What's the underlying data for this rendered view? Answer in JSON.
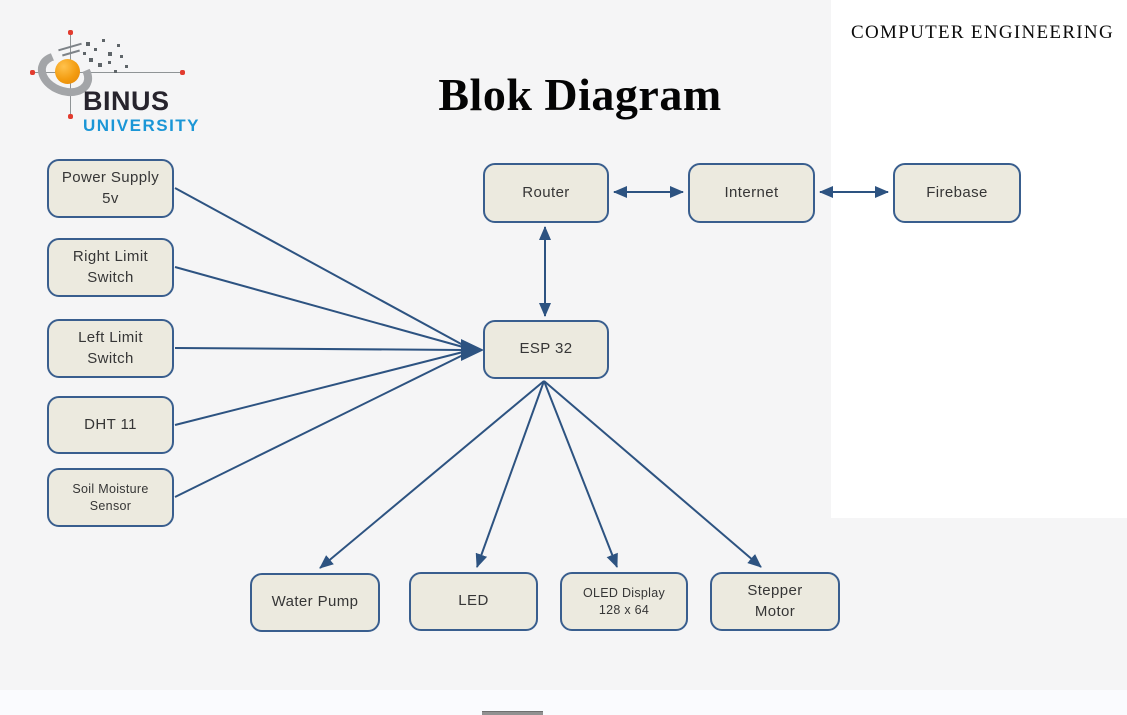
{
  "header": {
    "program": "COMPUTER ENGINEERING",
    "title": "Blok Diagram"
  },
  "logo": {
    "name": "BINUS",
    "subname": "UNIVERSITY",
    "colors": {
      "orange": "#F39C10",
      "red": "#E23B2E",
      "blue": "#1B96D6",
      "gray": "#A3A5A8",
      "dark": "#27242D"
    }
  },
  "diagram": {
    "style": {
      "box_fill": "#ECEADF",
      "box_border": "#395E8E",
      "arrow": "#2D5381"
    },
    "nodes": {
      "power_supply": "Power Supply\n5v",
      "right_limit_switch": "Right Limit\nSwitch",
      "left_limit_switch": "Left Limit\nSwitch",
      "dht11": "DHT 11",
      "soil_moisture": "Soil Moisture\nSensor",
      "router": "Router",
      "internet": "Internet",
      "firebase": "Firebase",
      "esp32": "ESP 32",
      "water_pump": "Water Pump",
      "led": "LED",
      "oled": "OLED Display\n128 x 64",
      "stepper": "Stepper\nMotor"
    },
    "edges": [
      {
        "from": "power_supply",
        "to": "esp32",
        "arrow": "to"
      },
      {
        "from": "right_limit_switch",
        "to": "esp32",
        "arrow": "to"
      },
      {
        "from": "left_limit_switch",
        "to": "esp32",
        "arrow": "to"
      },
      {
        "from": "dht11",
        "to": "esp32",
        "arrow": "to"
      },
      {
        "from": "soil_moisture",
        "to": "esp32",
        "arrow": "to"
      },
      {
        "from": "esp32",
        "to": "router",
        "arrow": "both"
      },
      {
        "from": "router",
        "to": "internet",
        "arrow": "both"
      },
      {
        "from": "internet",
        "to": "firebase",
        "arrow": "both"
      },
      {
        "from": "esp32",
        "to": "water_pump",
        "arrow": "to"
      },
      {
        "from": "esp32",
        "to": "led",
        "arrow": "to"
      },
      {
        "from": "esp32",
        "to": "oled",
        "arrow": "to"
      },
      {
        "from": "esp32",
        "to": "stepper",
        "arrow": "to"
      }
    ]
  }
}
